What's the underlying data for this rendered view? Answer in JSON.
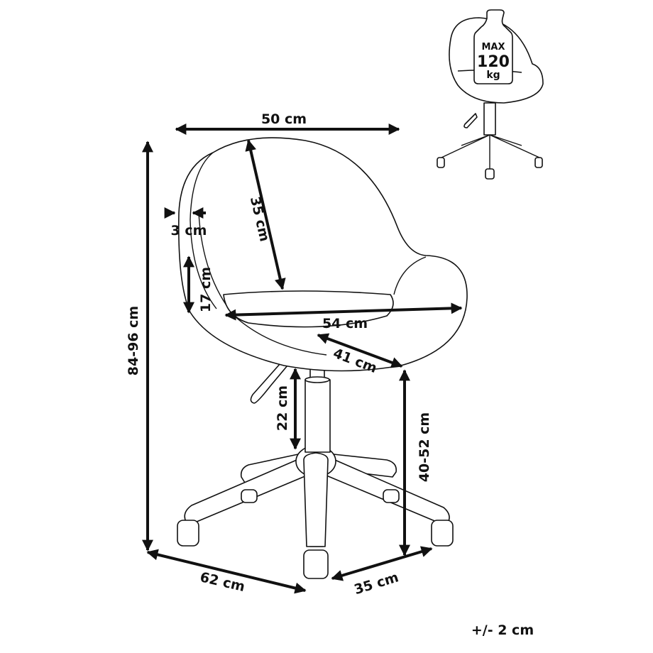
{
  "diagram": {
    "subject": "Swivel office chair dimension drawing",
    "colors": {
      "line": "#111111",
      "background": "#ffffff"
    },
    "dimensions": {
      "seat_back_width": "50 cm",
      "backrest_height": "35 cm",
      "shell_thickness": "3 cm",
      "armrest_height": "17 cm",
      "seat_width": "54 cm",
      "seat_depth": "41 cm",
      "total_height": "84-96 cm",
      "gas_lift_height": "22 cm",
      "seat_height": "40-52 cm",
      "base_width": "62 cm",
      "base_radius": "35 cm"
    },
    "tolerance": "+/- 2 cm",
    "max_load_badge": {
      "line1": "MAX",
      "line2": "120",
      "line3": "kg"
    }
  }
}
